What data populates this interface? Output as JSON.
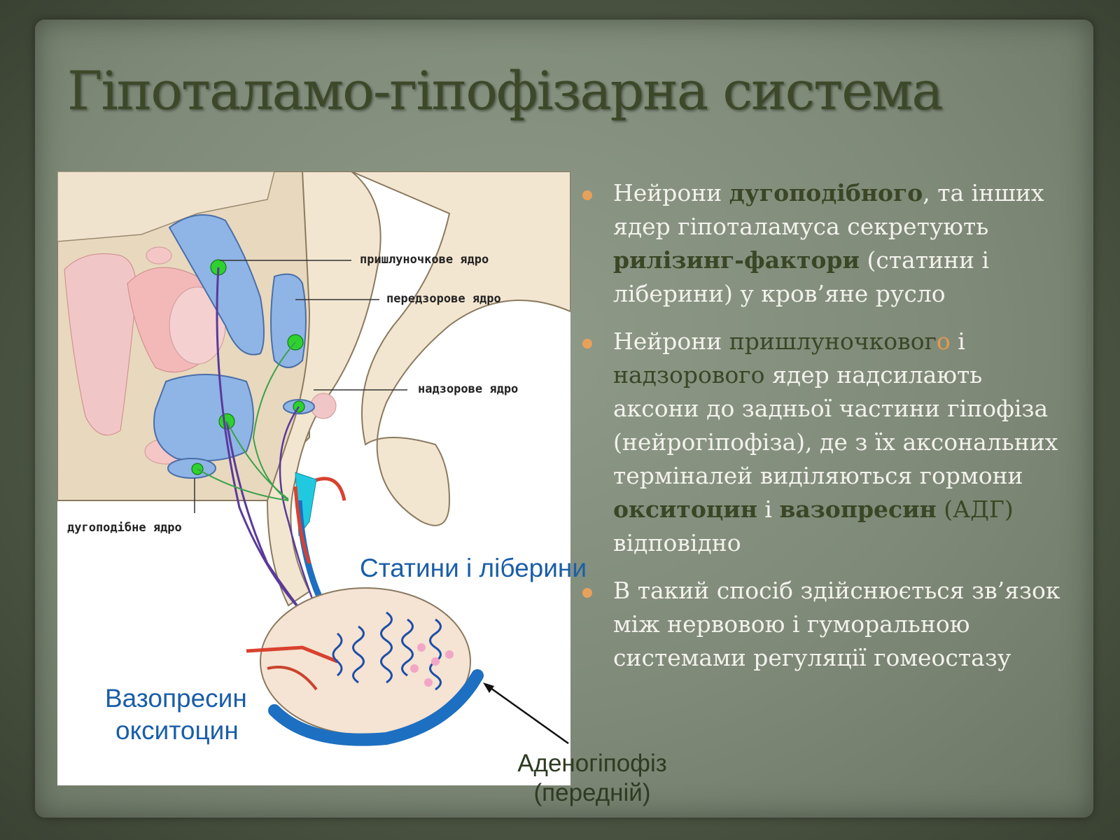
{
  "title": "Гіпоталамо-гіпофізарна система",
  "figure": {
    "labels": {
      "paraventricular": "пришлуночкове ядро",
      "preoptic": "передзорове ядро",
      "supraoptic": "надзорове ядро",
      "arcuate": "дугоподібне ядро"
    },
    "overlay": {
      "statins": "Статини і ліберини",
      "vasopressin": "Вазопресин",
      "oxytocin": "окситоцин",
      "adeno_line1": "Аденогіпофіз",
      "adeno_line2": "(передній)"
    }
  },
  "bullets": [
    {
      "parts": [
        {
          "text": "Нейрони ",
          "style": "normal"
        },
        {
          "text": "дугоподібного",
          "style": "bold"
        },
        {
          "text": ", та інших ядер гіпоталамуса секретують ",
          "style": "normal"
        },
        {
          "text": "рилізинг-фактори",
          "style": "bold"
        },
        {
          "text": " (статини і ліберини) у кров’яне русло",
          "style": "normal"
        }
      ]
    },
    {
      "parts": [
        {
          "text": "Нейрони ",
          "style": "normal"
        },
        {
          "text": "пришлуночковог",
          "style": "dark"
        },
        {
          "text": "о",
          "style": "orange"
        },
        {
          "text": " і ",
          "style": "normal"
        },
        {
          "text": "надзорового",
          "style": "dark"
        },
        {
          "text": " ядер надсилають аксони до задньої частини гіпофіза (нейрогіпофіза), де з їх аксональних терміналей виділяються гормони ",
          "style": "normal"
        },
        {
          "text": "окситоцин",
          "style": "bold"
        },
        {
          "text": " і ",
          "style": "normal"
        },
        {
          "text": "вазопресин",
          "style": "bold"
        },
        {
          "text": " (АДГ) ",
          "style": "dark"
        },
        {
          "text": "відповідно",
          "style": "normal"
        }
      ]
    },
    {
      "parts": [
        {
          "text": "В такий спосіб здійснюється зв’язок між нервовою і гуморальною системами регуляції гомеостазу",
          "style": "normal"
        }
      ]
    }
  ],
  "colors": {
    "title": "#3d4829",
    "accent_bullet": "#e8a15a",
    "body_text": "#f2f2ec",
    "highlight": "#3a4625",
    "overlay_blue": "#1a5ea8"
  }
}
